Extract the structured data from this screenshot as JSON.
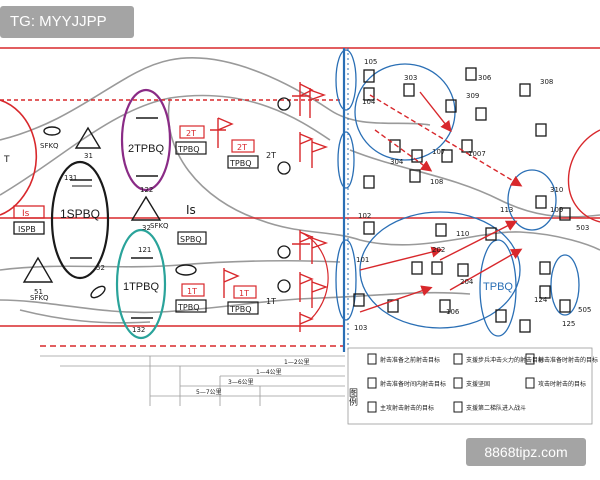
{
  "overlay": {
    "tag": "TG: MYYJJPP",
    "watermark": "8868tipz.com"
  },
  "colors": {
    "red": "#d8282c",
    "blue": "#2a6fb5",
    "black": "#1a1a1a",
    "teal": "#2aa39a",
    "purple": "#8a2b86"
  },
  "units": {
    "u1": "1SPBQ",
    "u2": "2TPBQ",
    "u3": "1TPBQ",
    "u4": "TPBQ"
  },
  "left_labels": {
    "is": "Is",
    "is_big": "Is",
    "spb": "ISPB",
    "sfkq_top": "SFKQ",
    "sfkq_bot": "SFKQ",
    "sfkq_mid": "SFKQ",
    "t_left": "T"
  },
  "flag_labels": {
    "f2t_a": "2T",
    "f2t_b": "2T",
    "f2t_c": "2T",
    "f1t_a": "1T",
    "f1t_b": "1T",
    "f1t_c": "1T",
    "tpbq_a": "TPBQ",
    "tpbq_b": "TPBQ",
    "tpbq_c": "TPBQ",
    "tpbq_d": "TPBQ",
    "spbq": "SPBQ"
  },
  "numbers": {
    "n105": "105",
    "n104": "104",
    "n303": "303",
    "n306": "306",
    "n308": "308",
    "n309": "309",
    "n304": "304",
    "n107": "107",
    "n1007": "1007",
    "n108": "108",
    "n310": "310",
    "n109": "109",
    "n503": "503",
    "n102": "102",
    "n110": "110",
    "n113": "113",
    "n202": "202",
    "n204": "204",
    "n106": "106",
    "n124": "124",
    "n125": "125",
    "n505": "505",
    "n101": "101",
    "n103": "103",
    "n31": "31",
    "n32": "32",
    "n131": "131",
    "n132": "132",
    "n52": "52",
    "n51": "51",
    "n122": "122",
    "n121": "121"
  },
  "legend": {
    "title": "图例",
    "items": [
      "射击准备之前射击目标",
      "支援步兵冲击火力的射击目标",
      "射击准备时射击的目标",
      "射击准备时间内射击目标",
      "支援坚固",
      "攻击时射击的目标",
      "主攻射击射击的目标",
      "支援第二梯队进入战斗"
    ]
  },
  "scale": {
    "s1": "1—2公里",
    "s2": "1—4公里",
    "s3": "3—6公里",
    "s4": "5—7公里"
  }
}
